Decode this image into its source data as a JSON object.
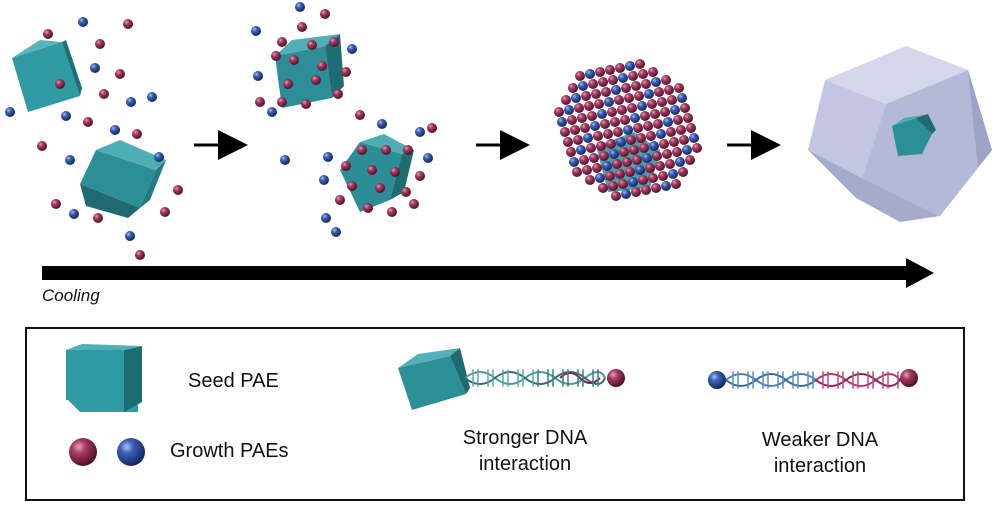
{
  "process": {
    "axis_label": "Cooling"
  },
  "legend": {
    "seed_label": "Seed PAE",
    "growth_label": "Growth PAEs",
    "stronger_line1": "Stronger DNA",
    "stronger_line2": "interaction",
    "weaker_line1": "Weaker DNA",
    "weaker_line2": "interaction"
  },
  "colors": {
    "seed_cube": "#2b8f97",
    "growth_red": "#8e2a4f",
    "growth_blue": "#2c4fa0",
    "final_crystal": "#b9bedc",
    "dna_strand": "#4a9aa0",
    "dna_pink": "#b23a73"
  }
}
